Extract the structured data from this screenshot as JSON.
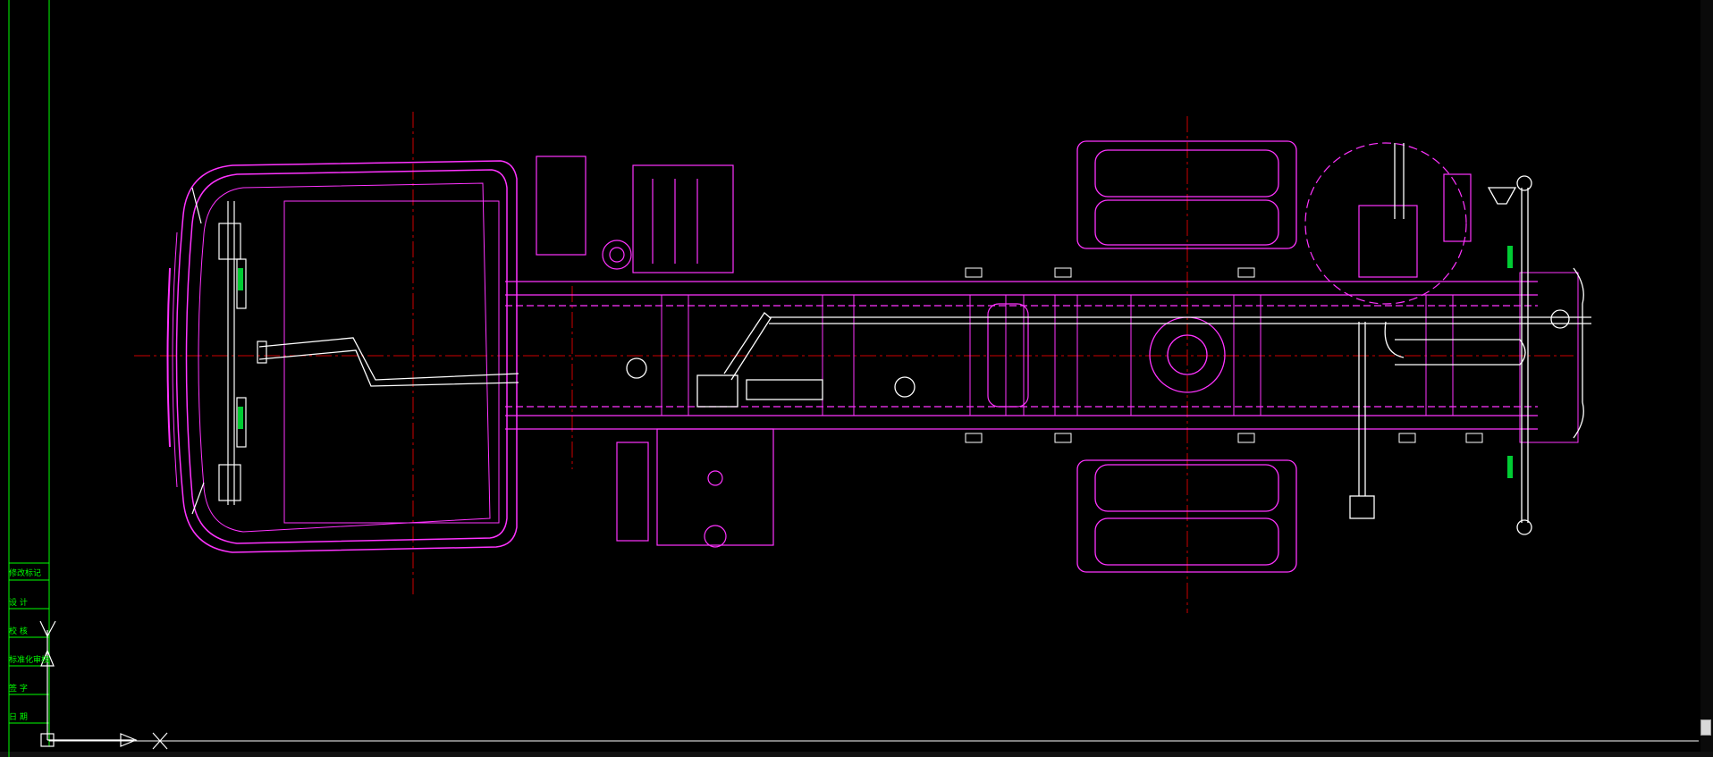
{
  "colors": {
    "background": "#000000",
    "chassis": "#ff33ff",
    "centerline": "#cc0000",
    "detail": "#ffffff",
    "titleblock": "#00ff00"
  },
  "title_block": {
    "rows": [
      "修改标记",
      "设 计",
      "校 核",
      "标准化审核",
      "签 字",
      "日 期"
    ]
  },
  "ui": {
    "ucs_icon": "ucs-icon",
    "scrollbar": "vertical-scrollbar"
  }
}
